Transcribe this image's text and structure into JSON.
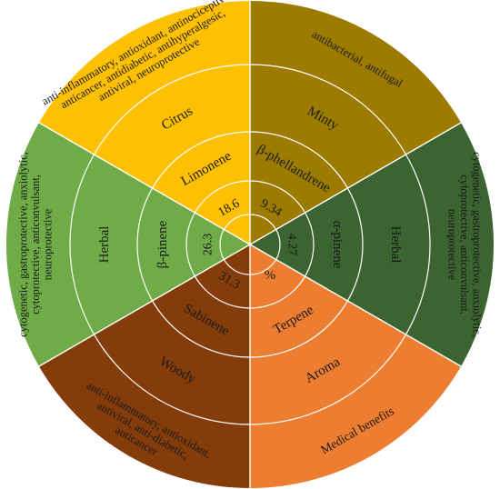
{
  "chart_data": {
    "type": "sunburst-wheel",
    "center_label": "%",
    "rings": [
      "Terpene",
      "Aroma",
      "Medical benefits"
    ],
    "colors": {
      "gold": "#FDC002",
      "olive": "#9C7B00",
      "green": "#6FAB46",
      "darkgreen": "#3C6430",
      "brown": "#843C0B",
      "orange": "#ED7D31"
    },
    "sectors": [
      {
        "color": "gold",
        "percent": "18.6",
        "terpene": "Limonene",
        "aroma": "Citrus",
        "benefits": [
          "anti-inflammatory, antioxidant, antinociceptive,",
          "anticancer, antidiabetic, antihyperalgesic,",
          "antiviral, neuroprotective"
        ]
      },
      {
        "color": "olive",
        "percent": "9.34",
        "terpene": "β-phellandrene",
        "aroma": "Minty",
        "benefits": [
          "antibacterial, antifugal"
        ]
      },
      {
        "color": "darkgreen",
        "percent": "4.27",
        "terpene": "α-pinene",
        "aroma": "Herbal",
        "benefits": [
          "cytogenetic, gastroprotective, anxiolytic,",
          "cytoprotective, anticonvulsant,",
          "neuroprotective"
        ]
      },
      {
        "color": "orange",
        "percent": "",
        "terpene": "",
        "aroma": "",
        "benefits": []
      },
      {
        "color": "brown",
        "percent": "31.3",
        "terpene": "Sabinene",
        "aroma": "Woody",
        "benefits": [
          "anti-inflammatory, antioxidant,",
          "antiviral, anti-diabetic,",
          "anticancer"
        ]
      },
      {
        "color": "green",
        "percent": "26.3",
        "terpene": "β-pinene",
        "aroma": "Herbal",
        "benefits": [
          "cytogenetic, gastroprotective, anxiolytic,",
          "cytoprotective, anticonvulsant,",
          "neuroprotective"
        ]
      }
    ]
  }
}
